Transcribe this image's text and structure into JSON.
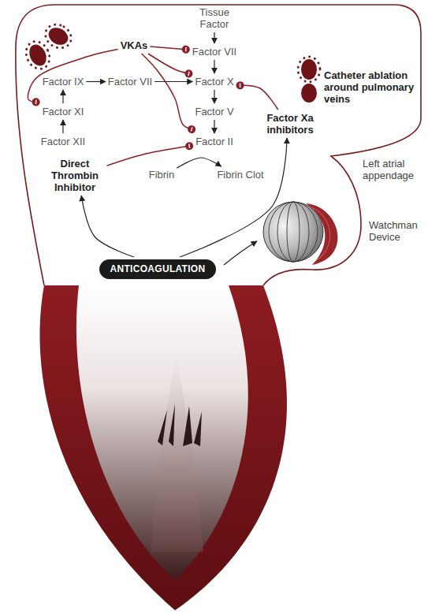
{
  "diagram": {
    "nodes": [
      {
        "text": [
          "Tissue Factor"
        ]
      },
      {
        "text": [
          "VKAs"
        ]
      },
      {
        "text": [
          "Factor VII"
        ]
      },
      {
        "text": [
          "Factor IX"
        ]
      },
      {
        "text": [
          "Factor VII"
        ]
      },
      {
        "text": [
          "Factor X"
        ]
      },
      {
        "text": [
          "Factor XI"
        ]
      },
      {
        "text": [
          "Factor V"
        ]
      },
      {
        "text": [
          "Factor Xa inhibitors"
        ]
      },
      {
        "text": [
          "Factor XII"
        ]
      },
      {
        "text": [
          "Factor II"
        ]
      },
      {
        "text": [
          "Direct Thrombin Inhibitor"
        ]
      },
      {
        "text": [
          "Fibrin"
        ]
      },
      {
        "text": [
          "Fibrin Clot"
        ]
      },
      {
        "text": [
          "ANTICOAGULATION"
        ]
      }
    ],
    "edges": [
      {
        "from": 0,
        "to": 2,
        "arrow": "to"
      },
      {
        "from": 2,
        "to": 5,
        "arrow": "to"
      },
      {
        "from": 3,
        "to": 4,
        "arrow": "to"
      },
      {
        "from": 4,
        "to": 5,
        "arrow": "to"
      },
      {
        "from": 5,
        "to": 7,
        "arrow": "to"
      },
      {
        "from": 7,
        "to": 10,
        "arrow": "to"
      },
      {
        "from": 9,
        "to": 6,
        "arrow": "to"
      },
      {
        "from": 6,
        "to": 3,
        "arrow": "to"
      },
      {
        "from": 12,
        "to": 13,
        "arrow": "to"
      },
      {
        "from": 1,
        "to": 2,
        "arrow": "to"
      },
      {
        "from": 1,
        "to": 5,
        "arrow": "to"
      },
      {
        "from": 1,
        "to": 6,
        "arrow": "to"
      },
      {
        "from": 1,
        "to": 10,
        "arrow": "to"
      },
      {
        "from": 8,
        "to": 5,
        "arrow": "to"
      },
      {
        "from": 11,
        "to": 10,
        "arrow": "to"
      },
      {
        "from": 14,
        "to": 11,
        "arrow": "to"
      },
      {
        "from": 14,
        "to": 8,
        "arrow": "to"
      }
    ],
    "labels": [
      "Catheter ablation around pulmonary veins",
      "Left atrial appendage",
      "Watchman Device"
    ]
  }
}
